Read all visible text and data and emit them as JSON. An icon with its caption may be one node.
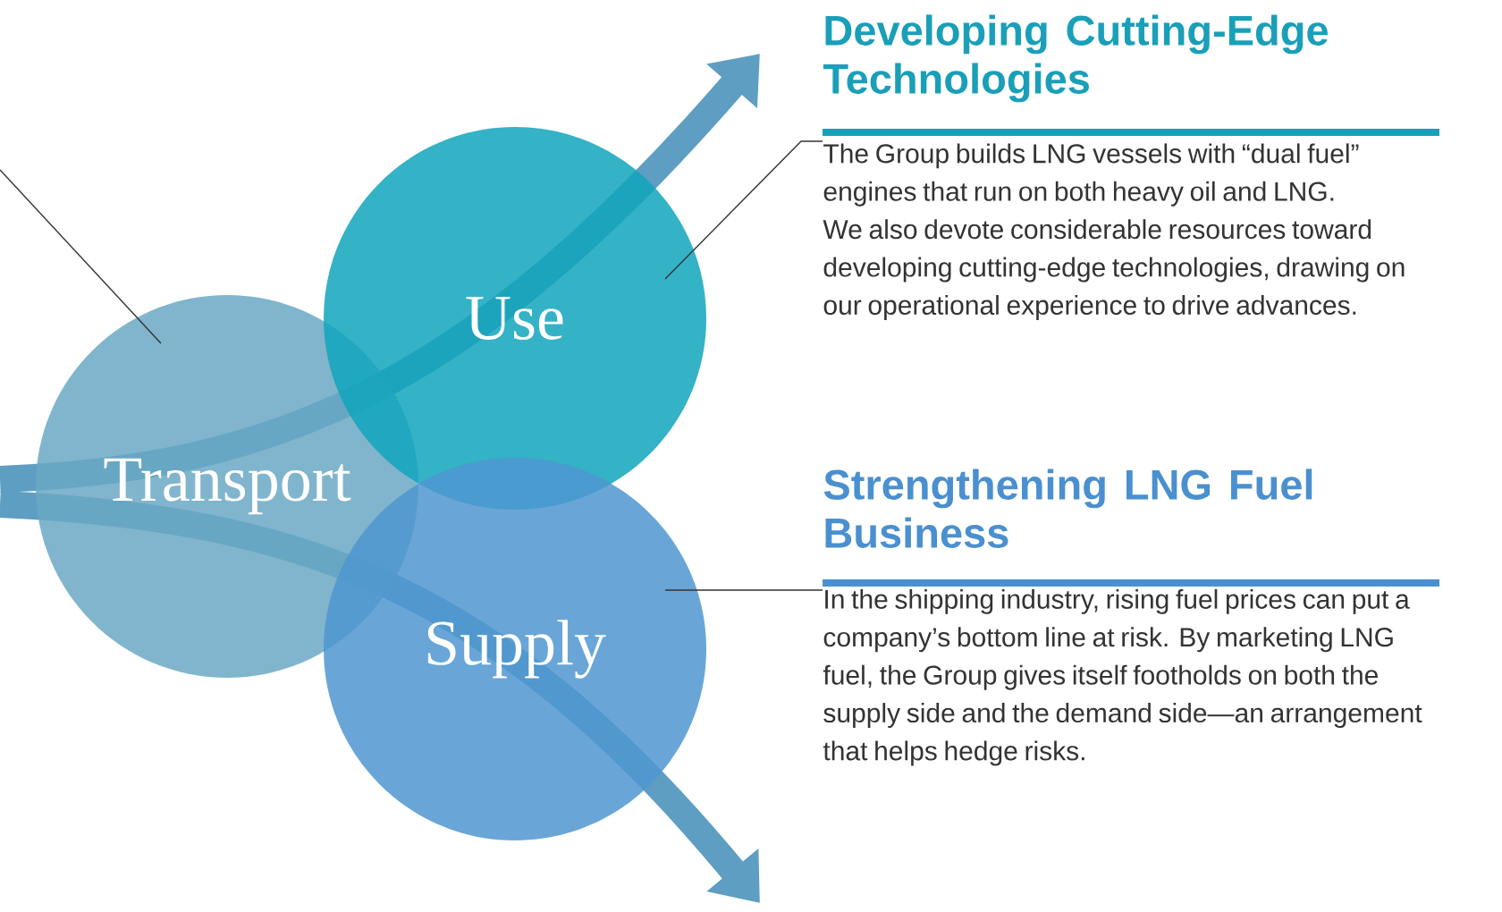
{
  "diagram": {
    "nodes": [
      {
        "text": [
          "Transport"
        ]
      },
      {
        "text": [
          "Use"
        ]
      },
      {
        "text": [
          "Supply"
        ]
      },
      {
        "text": [
          "Developing Cutting-Edge Technologies",
          "The Group builds LNG vessels with “dual fuel” engines that run on both heavy oil and LNG. We also devote considerable resources toward developing cutting-edge technologies, drawing on our operational experience to drive advances."
        ]
      },
      {
        "text": [
          "Strengthening LNG Fuel Business",
          "In the shipping industry, rising fuel prices can put a company’s bottom line at risk. By marketing LNG fuel, the Group gives itself footholds on both the supply side and the demand side—an arrangement that helps hedge risks."
        ]
      }
    ],
    "edges": [
      {
        "from": 3,
        "to": 1,
        "arrow": "none"
      },
      {
        "from": 4,
        "to": 2,
        "arrow": "none"
      },
      {
        "from": null,
        "to": 0,
        "arrow": "none"
      }
    ]
  }
}
